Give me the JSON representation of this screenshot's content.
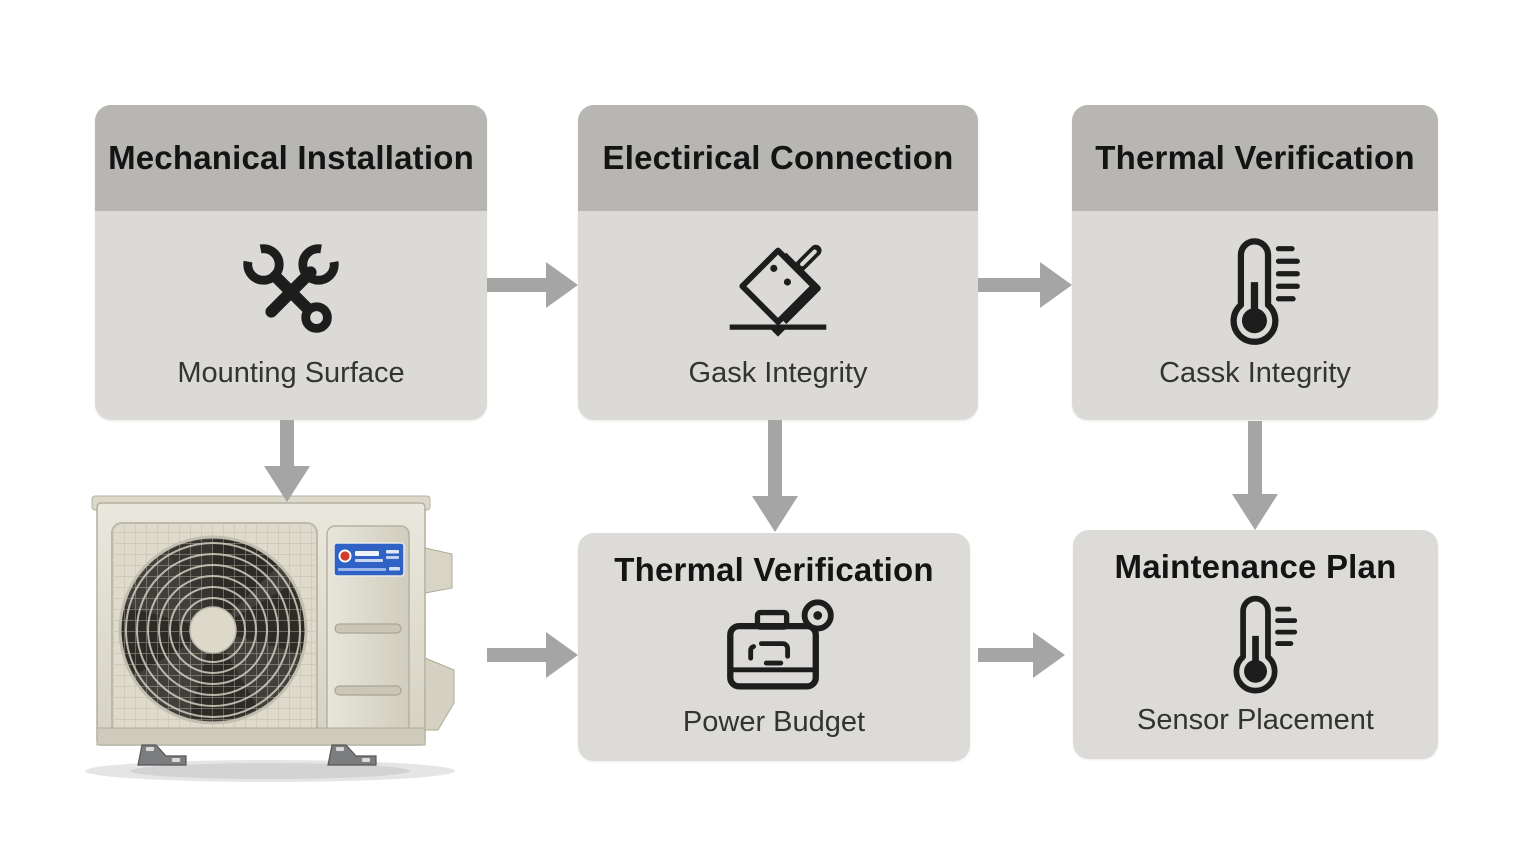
{
  "page": {
    "background": "#ffffff"
  },
  "colors": {
    "node_header_gray": "#b8b6b3",
    "node_body_gray": "#dbdad7",
    "arrow_gray": "#a5a5a5",
    "title_text": "#141414",
    "label_text": "#333331",
    "icon_stroke": "#1d1d1d",
    "ac_unit_beige": "#e2dfd2",
    "label_sticker_blue": "#2f62c4",
    "logo_red": "#d23b2f"
  },
  "flowchart": {
    "nodes": [
      {
        "id": "mechanical-installation",
        "title": "Mechanical Installation",
        "sub_label": "Mounting Surface",
        "icon": "crossed-wrenches-icon",
        "style": "header-band"
      },
      {
        "id": "electrical-connection",
        "title": "Electirical Connection",
        "sub_label": "Gask Integrity",
        "icon": "electrical-junction-icon",
        "style": "header-band"
      },
      {
        "id": "thermal-verification-top",
        "title": "Thermal Verification",
        "sub_label": "Cassk Integrity",
        "icon": "thermometer-icon",
        "style": "header-band"
      },
      {
        "id": "thermal-verification-bottom",
        "title": "Thermal Verification",
        "sub_label": "Power Budget",
        "icon": "power-module-icon",
        "style": "plain"
      },
      {
        "id": "maintenance-plan",
        "title": "Maintenance Plan",
        "sub_label": "Sensor Placement",
        "icon": "thermometer-icon",
        "style": "plain"
      }
    ],
    "photo": {
      "id": "outdoor-ac-condenser-unit",
      "alt": "Beige outdoor air-conditioner condenser unit with round fan grille, blue brand sticker, side valve covers and metal mounting feet"
    },
    "connections": [
      {
        "from": "mechanical-installation",
        "to": "electrical-connection",
        "direction": "right"
      },
      {
        "from": "electrical-connection",
        "to": "thermal-verification-top",
        "direction": "right"
      },
      {
        "from": "mechanical-installation",
        "to": "outdoor-ac-condenser-unit",
        "direction": "down"
      },
      {
        "from": "electrical-connection",
        "to": "thermal-verification-bottom",
        "direction": "down"
      },
      {
        "from": "thermal-verification-top",
        "to": "maintenance-plan",
        "direction": "down"
      },
      {
        "from": "outdoor-ac-condenser-unit",
        "to": "thermal-verification-bottom",
        "direction": "right"
      },
      {
        "from": "thermal-verification-bottom",
        "to": "maintenance-plan",
        "direction": "right"
      }
    ]
  }
}
